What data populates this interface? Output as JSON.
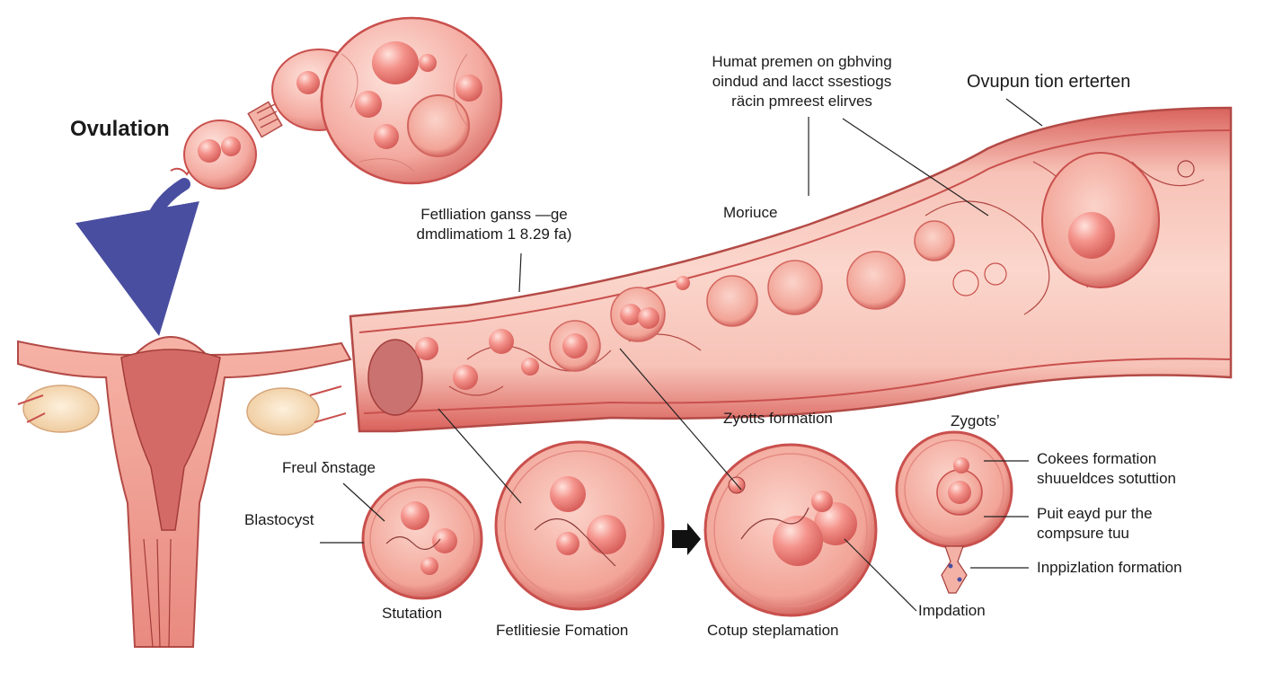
{
  "labels": {
    "ovulation": "Ovulation",
    "top_note": [
      "Humat premen on gbhving",
      "oindud and lacct ssestiogs",
      "räcin pmreest elirves"
    ],
    "ovupuntion": "Ovupun tion erterten",
    "fertilization": [
      "Fetlliation ganss —ge",
      "dmdlimatiom 1 8.29 fa)"
    ],
    "moriuce": "Moriuce",
    "zyotts": "Zyotts formation",
    "zygots": "Zygotsʼ",
    "freul": "Freul δnstage",
    "blastocyst": "Blastocyst",
    "stutation": "Stutation",
    "fetilitiesie": "Fetlitiesie Fomation",
    "cotup": "Cotup steplamation",
    "implation": "Impdation",
    "cokees": [
      "Cokees formation",
      "shuueldces sotuttion"
    ],
    "puit": [
      "Puit eayd pur the",
      "compsure tuu"
    ],
    "impplzation": "Inppizlation formation"
  },
  "colors": {
    "tissue": "#f3a99c",
    "tissue_dark": "#c9504d",
    "tissue_light": "#fbd6cc",
    "cell": "#f08a84",
    "cell_highlight": "#ffd9d2",
    "arrow": "#4a4ea0",
    "ovary": "#f6dcb8",
    "ink": "#1a1a1a"
  }
}
